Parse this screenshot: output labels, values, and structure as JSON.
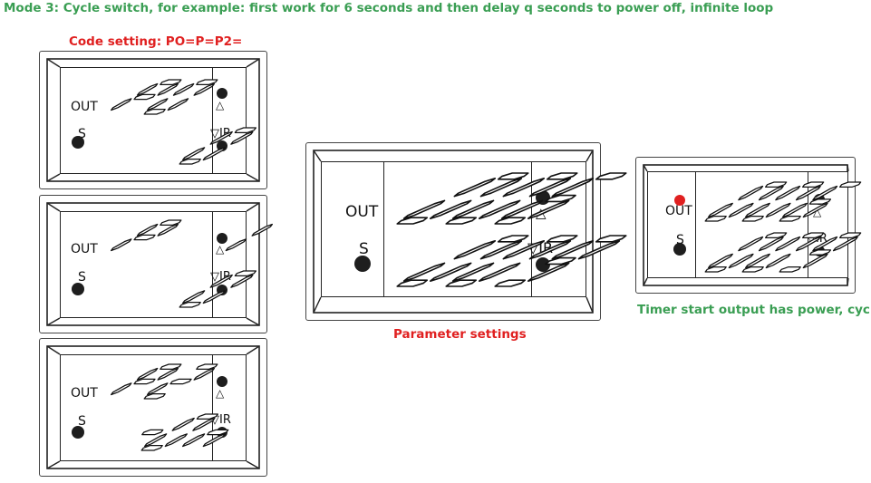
{
  "heading": {
    "text": "Mode 3: Cycle switch, for example: first work for 6 seconds and then delay q seconds to power off, infinite loop",
    "color": "#3a9e53"
  },
  "code_setting": {
    "label": "Code setting: PO=P=P2=",
    "color": "#e02020"
  },
  "parameter_caption": {
    "text": "Parameter settings",
    "color": "#e02020"
  },
  "timer_caption": {
    "text": "Timer start output has power, cycle",
    "color": "#3a9e53"
  },
  "device_labels": {
    "out": "OUT",
    "s": "S",
    "up": "△",
    "down_ir": "▽IR"
  },
  "led_on_color": "#e02020",
  "devices": [
    {
      "id": "p0-display",
      "top_row": "P0",
      "bottom_row": "0",
      "out_led_on": false
    },
    {
      "id": "p1-display",
      "top_row": "P 1",
      "bottom_row": "0",
      "out_led_on": false
    },
    {
      "id": "p2-display",
      "top_row": "P2",
      "bottom_row": "-On",
      "out_led_on": false
    },
    {
      "id": "parameter-display",
      "top_row": "006",
      "bottom_row": "009",
      "out_led_on": false
    },
    {
      "id": "timer-display",
      "top_row": "006",
      "bottom_row": "009",
      "out_led_on": true
    }
  ]
}
